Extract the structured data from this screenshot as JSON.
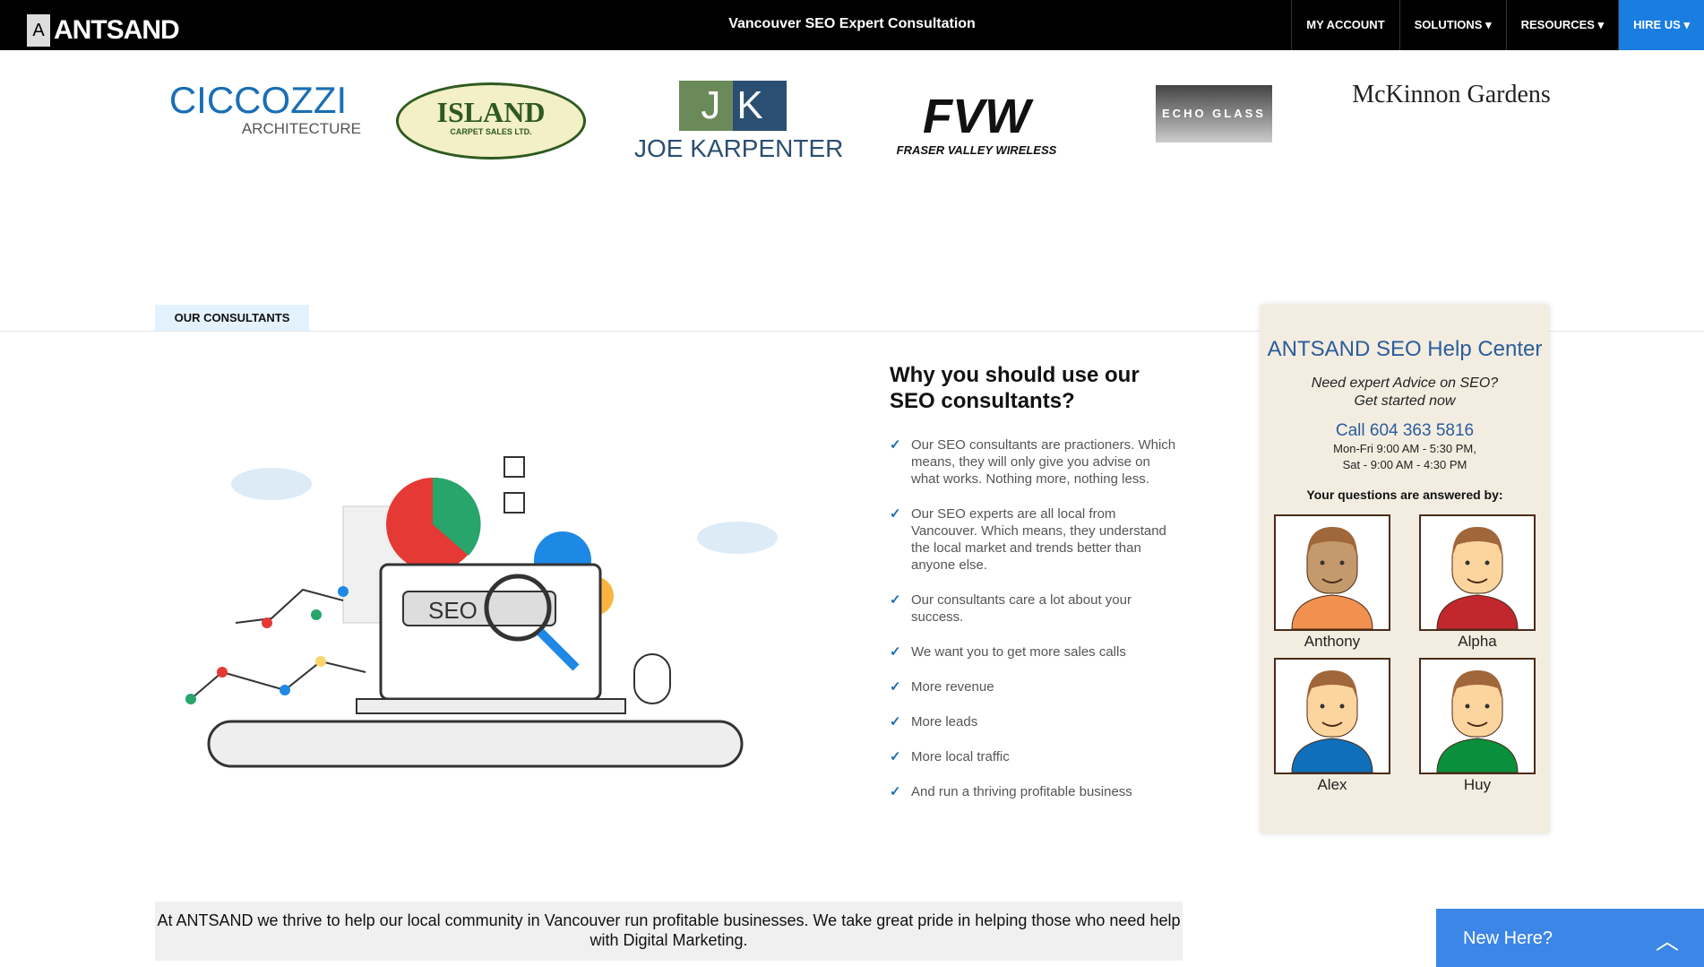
{
  "header": {
    "logo_letter": "A",
    "logo_text": "ANTSAND",
    "title": "Vancouver SEO Expert Consultation",
    "nav": [
      {
        "label": "MY ACCOUNT"
      },
      {
        "label": "SOLUTIONS ▾"
      },
      {
        "label": "RESOURCES ▾"
      },
      {
        "label": "HIRE US ▾"
      }
    ]
  },
  "clients": [
    {
      "name": "CICCOZZI",
      "sub": "ARCHITECTURE"
    },
    {
      "name": "ISLAND",
      "sub": "CARPET SALES LTD."
    },
    {
      "name": "JK",
      "sub": "JOE KARPENTER"
    },
    {
      "name": "FVW",
      "sub": "FRASER VALLEY WIRELESS"
    },
    {
      "name": "ECHO GLASS"
    },
    {
      "name": "McKinnon Gardens"
    }
  ],
  "section_tab": "OUR CONSULTANTS",
  "illustration_label": "SEO",
  "why": {
    "heading": "Why you should use our SEO consultants?",
    "items": [
      "Our SEO consultants are practioners. Which means, they will only give you advise on what works. Nothing more, nothing less.",
      "Our SEO experts are all local from Vancouver. Which means, they understand the local market and trends better than anyone else.",
      "Our consultants care a lot about your success.",
      "We want you to get more sales calls",
      "More revenue",
      "More leads",
      "More local traffic",
      "And run a thriving profitable business"
    ]
  },
  "help": {
    "title": "ANTSAND SEO Help Center",
    "intro1": "Need expert Advice on SEO?",
    "intro2": "Get started now",
    "call": "Call 604 363 5816",
    "hours1": "Mon-Fri 9:00 AM - 5:30 PM,",
    "hours2": "Sat - 9:00 AM - 4:30 PM",
    "answered": "Your questions are answered by:",
    "consultants": [
      {
        "name": "Anthony",
        "shirt": "#f0914f",
        "skin": "#c49a6c"
      },
      {
        "name": "Alpha",
        "shirt": "#c1272d",
        "skin": "#fcd59e"
      },
      {
        "name": "Alex",
        "shirt": "#0f6fba",
        "skin": "#fcd59e"
      },
      {
        "name": "Huy",
        "shirt": "#0a8f3d",
        "skin": "#fcd59e"
      }
    ]
  },
  "banner": "At ANTSAND we thrive to help our local community in Vancouver run profitable businesses. We take great pride in helping those who need help with Digital Marketing.",
  "new_here": "New Here?"
}
